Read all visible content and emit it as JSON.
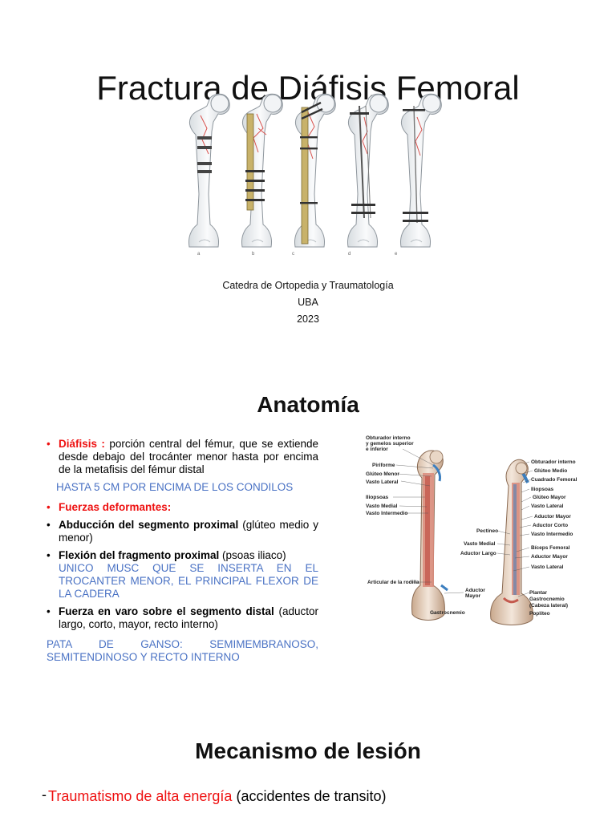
{
  "slide1": {
    "title": "Fractura de Diáfisis Femoral",
    "figure_labels": [
      "a",
      "b",
      "c",
      "d",
      "e"
    ],
    "subtitle_lines": [
      "Catedra de Ortopedia y Traumatología",
      "UBA",
      "2023"
    ]
  },
  "slide2": {
    "heading": "Anatomía",
    "diafisis_term": "Diáfisis :",
    "diafisis_text": " porción central del fémur, que se extiende desde debajo del trocánter menor hasta por encima de la metafisis del fémur distal",
    "diafisis_note": "HASTA 5 CM POR ENCIMA DE LOS CONDILOS",
    "fuerzas_heading": "Fuerzas deformantes:",
    "bullet_abduccion_bold": "Abducción del segmento proximal",
    "bullet_abduccion_text": " (glúteo medio y menor)",
    "bullet_flexion_bold": "Flexión del fragmento proximal",
    "bullet_flexion_text": " (psoas iliaco)",
    "bullet_flexion_note": "UNICO MUSC QUE SE INSERTA EN EL TROCANTER MENOR, EL PRINCIPAL FLEXOR DE LA CADERA",
    "bullet_varo_bold": "Fuerza en varo sobre el segmento distal",
    "bullet_varo_text": " (aductor largo, corto, mayor, recto interno)",
    "pata_de_ganso": "PATA DE GANSO: SEMIMEMBRANOSO, SEMITENDINOSO Y RECTO INTERNO",
    "figure_left_labels": [
      "Obturador interno",
      "y gemelos superior",
      "e inferior",
      "Piriforme",
      "Glúteo Menor",
      "Vasto Lateral",
      "Iliopsoas",
      "Vasto Medial",
      "Vasto Intermedio",
      "Articular de la rodilla",
      "Aductor",
      "Mayor",
      "Gastrocnemio"
    ],
    "figure_right_labels": [
      "Obturador interno",
      "Glúteo Medio",
      "Cuadrado Femoral",
      "Iliopsoas",
      "Glúteo Mayor",
      "Vasto Lateral",
      "Aductor Mayor",
      "Aductor Corto",
      "Vasto Intermedio",
      "Bíceps Femoral",
      "Aductor Mayor",
      "Vasto Lateral",
      "Plantar",
      "Gastrocnemio",
      "(Cabeza lateral)",
      "Poplíteo"
    ],
    "figure_middle_labels": [
      "Pectíneo",
      "Vasto Medial",
      "Aductor Largo"
    ]
  },
  "slide3": {
    "heading": "Mecanismo de lesión",
    "dash": "-",
    "trauma_term": "Traumatismo de alta energía",
    "trauma_text": " (accidentes de transito)"
  }
}
